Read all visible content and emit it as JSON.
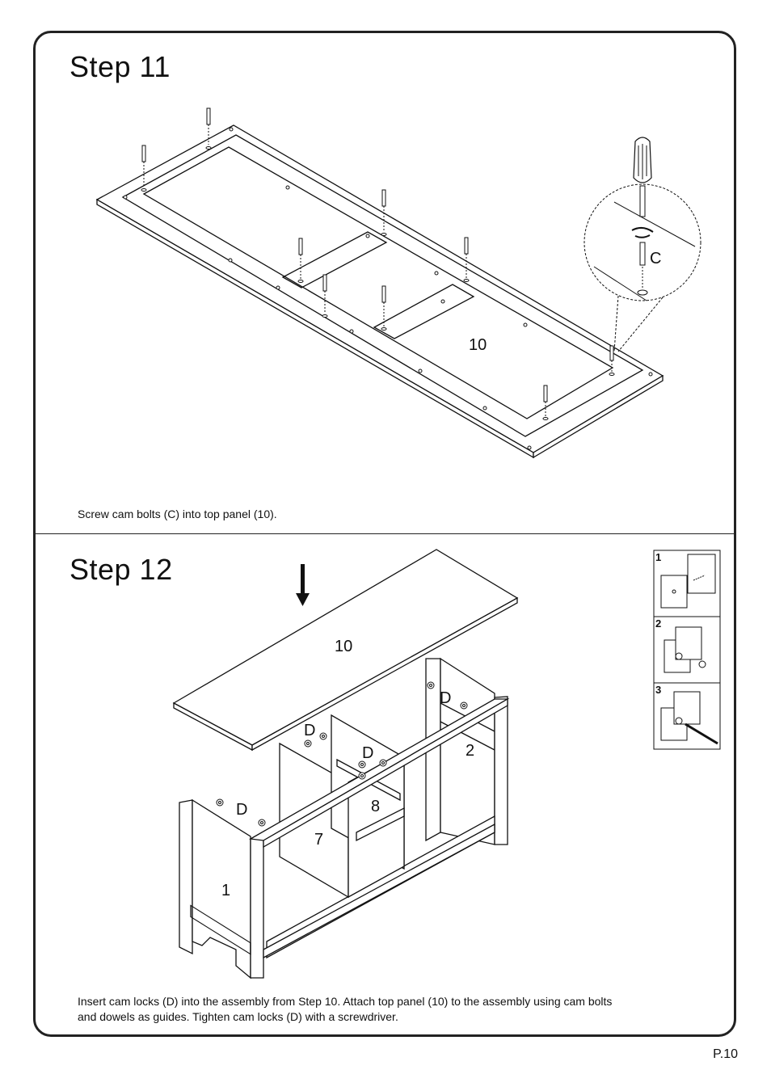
{
  "step11": {
    "title": "Step  11",
    "caption": "Screw cam bolts (C) into top panel (10).",
    "labels": {
      "part_c": "C",
      "panel": "10"
    }
  },
  "step12": {
    "title": "Step  12",
    "caption_line1": "Insert cam locks (D) into the assembly from Step 10. Attach top panel (10) to the assembly using cam bolts",
    "caption_line2": "and dowels as guides. Tighten cam locks (D) with a screwdriver.",
    "labels": {
      "panel_top": "10",
      "d1": "D",
      "d2": "D",
      "d3": "D",
      "d4": "D",
      "side_left": "1",
      "side_right": "2",
      "divider_7": "7",
      "divider_8": "8"
    },
    "inset_steps": [
      "1",
      "2",
      "3"
    ]
  },
  "page_number": "P.10"
}
